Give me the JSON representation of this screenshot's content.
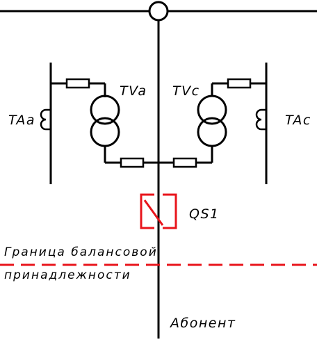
{
  "labels": {
    "ta_a": "TAa",
    "tv_a": "TVa",
    "tv_c": "TVc",
    "ta_c": "TAc",
    "qs1": "QS1",
    "boundary_line1": "Граница балансовой",
    "boundary_line2": "принадлежности",
    "subscriber": "Абонент"
  },
  "colors": {
    "line": "#000000",
    "switch": "#e8141b",
    "boundary": "#e8141b"
  }
}
